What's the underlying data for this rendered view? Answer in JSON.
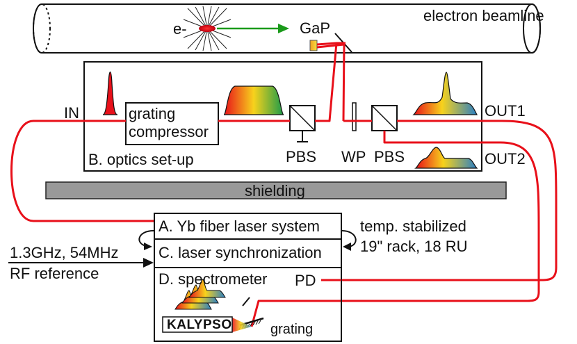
{
  "beamline": {
    "label": "electron beamline",
    "electron_label": "e-",
    "crystal_label": "GaP"
  },
  "optics": {
    "title": "B. optics set-up",
    "input_label": "IN",
    "output1_label": "OUT1",
    "output2_label": "OUT2",
    "compressor_line1": "grating",
    "compressor_line2": "compressor",
    "pbs1_label": "PBS",
    "wp_label": "WP",
    "pbs2_label": "PBS"
  },
  "shielding_label": "shielding",
  "rack": {
    "laser_system": "A. Yb fiber laser system",
    "synchronization": "C. laser synchronization",
    "spectrometer": "D. spectrometer",
    "pd_label": "PD",
    "kalypso_label": "KALYPSO",
    "grating_label": "grating",
    "note_line1": "temp. stabilized",
    "note_line2": "19\" rack, 18 RU"
  },
  "rf": {
    "line1": "1.3GHz, 54MHz",
    "line2": "RF reference"
  },
  "colors": {
    "laser": "#e8101a",
    "electron_arrow": "#1a9a1a",
    "shielding": "#999999",
    "spectrum_start": "#e8101a",
    "spectrum_mid": "#f7d21c",
    "spectrum_end": "#1a9a4a"
  }
}
